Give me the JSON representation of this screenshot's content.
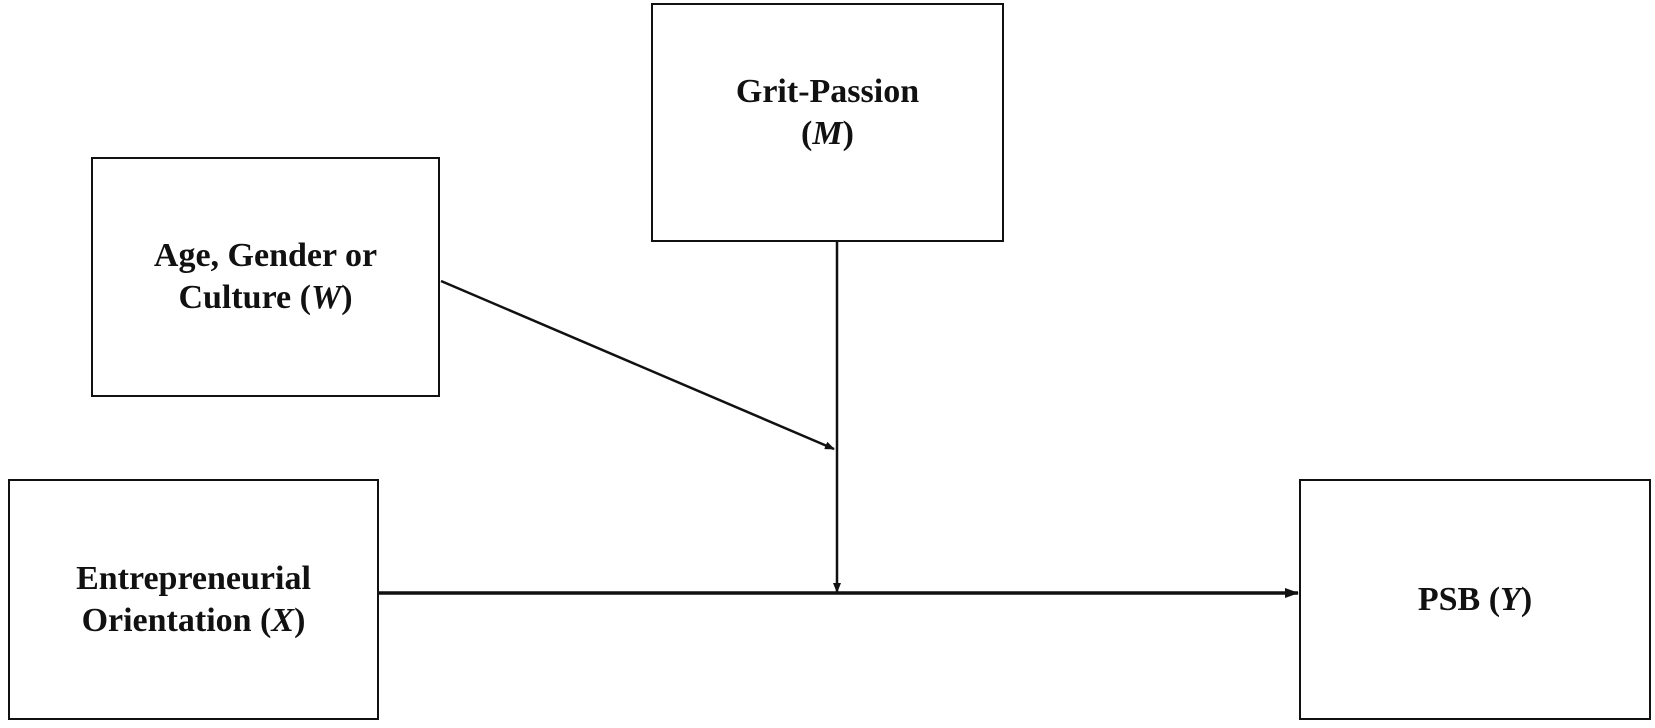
{
  "nodes": {
    "mediator": {
      "label": "Grit-Passion",
      "var_open": "(",
      "var": "M",
      "var_close": ")"
    },
    "moderator": {
      "line1": "Age, Gender or",
      "line2_prefix": "Culture (",
      "var": "W",
      "var_close": ")"
    },
    "independent": {
      "line1": "Entrepreneurial",
      "line2_prefix": "Orientation (",
      "var": "X",
      "var_close": ")"
    },
    "dependent": {
      "prefix": "PSB (",
      "var": "Y",
      "var_close": ")"
    }
  },
  "edges": [
    {
      "from": "independent",
      "to": "dependent",
      "type": "arrow"
    },
    {
      "from": "mediator",
      "to": "independent-dependent path",
      "type": "arrow"
    },
    {
      "from": "moderator",
      "to": "mediator path",
      "type": "arrow"
    }
  ],
  "colors": {
    "line": "#111111",
    "background": "#ffffff"
  }
}
